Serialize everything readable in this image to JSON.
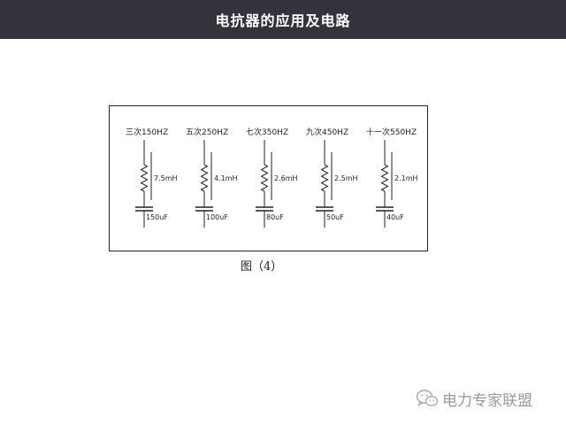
{
  "title": "电抗器的应用及电路",
  "caption": "图（4）",
  "watermark": {
    "text": "电力专家联盟",
    "icon": "wechat-icon"
  },
  "circuit": {
    "branches": [
      {
        "label": "三次150HZ",
        "inductance": "7.5mH",
        "capacitance": "150uF"
      },
      {
        "label": "五次250HZ",
        "inductance": "4.1mH",
        "capacitance": "100uF"
      },
      {
        "label": "七次350HZ",
        "inductance": "2.6mH",
        "capacitance": "80uF"
      },
      {
        "label": "九次450HZ",
        "inductance": "2.5mH",
        "capacitance": "50uF"
      },
      {
        "label": "十一次550HZ",
        "inductance": "2.1mH",
        "capacitance": "40uF"
      }
    ]
  }
}
